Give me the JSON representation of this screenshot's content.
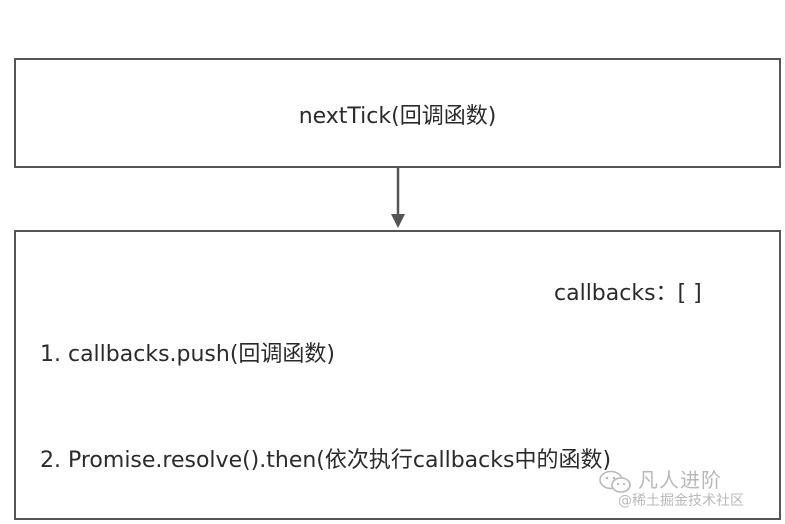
{
  "diagram": {
    "top_box": {
      "label": "nextTick(回调函数)"
    },
    "bottom_box": {
      "callbacks_label": "callbacks：[  ]",
      "steps": [
        "1. callbacks.push(回调函数)",
        "2. Promise.resolve().then(依次执行callbacks中的函数)"
      ]
    }
  },
  "watermark": {
    "title": "凡人进阶",
    "source": "@稀土掘金技术社区",
    "icon": "wechat-icon"
  },
  "colors": {
    "border": "#555555",
    "text": "#2b2b2b",
    "watermark": "#b9b9b9"
  }
}
